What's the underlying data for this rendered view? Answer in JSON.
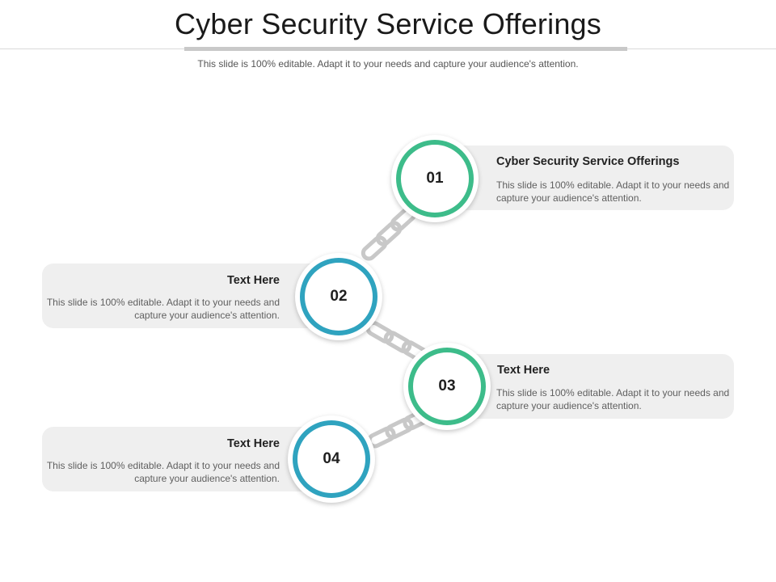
{
  "header": {
    "title": "Cyber Security Service Offerings",
    "subtitle": "This slide is 100% editable. Adapt it to your needs and capture your audience's attention."
  },
  "colors": {
    "green": "#3dbc8a",
    "teal": "#2fa3bf",
    "card": "#efefef",
    "chain": "#c8c8c8"
  },
  "steps": [
    {
      "number": "01",
      "title": "Cyber Security Service Offerings",
      "text": "This slide is 100% editable. Adapt it to your needs and capture your audience's attention.",
      "ring_color": "green"
    },
    {
      "number": "02",
      "title": "Text Here",
      "text": "This slide is 100% editable. Adapt it to your needs and capture your audience's attention.",
      "ring_color": "teal"
    },
    {
      "number": "03",
      "title": "Text Here",
      "text": "This slide is 100% editable. Adapt it to your needs and capture your audience's attention.",
      "ring_color": "green"
    },
    {
      "number": "04",
      "title": "Text Here",
      "text": "This slide is 100% editable. Adapt it to your needs and capture your audience's attention.",
      "ring_color": "teal"
    }
  ],
  "icons": {
    "connector": "chain-link-icon"
  }
}
